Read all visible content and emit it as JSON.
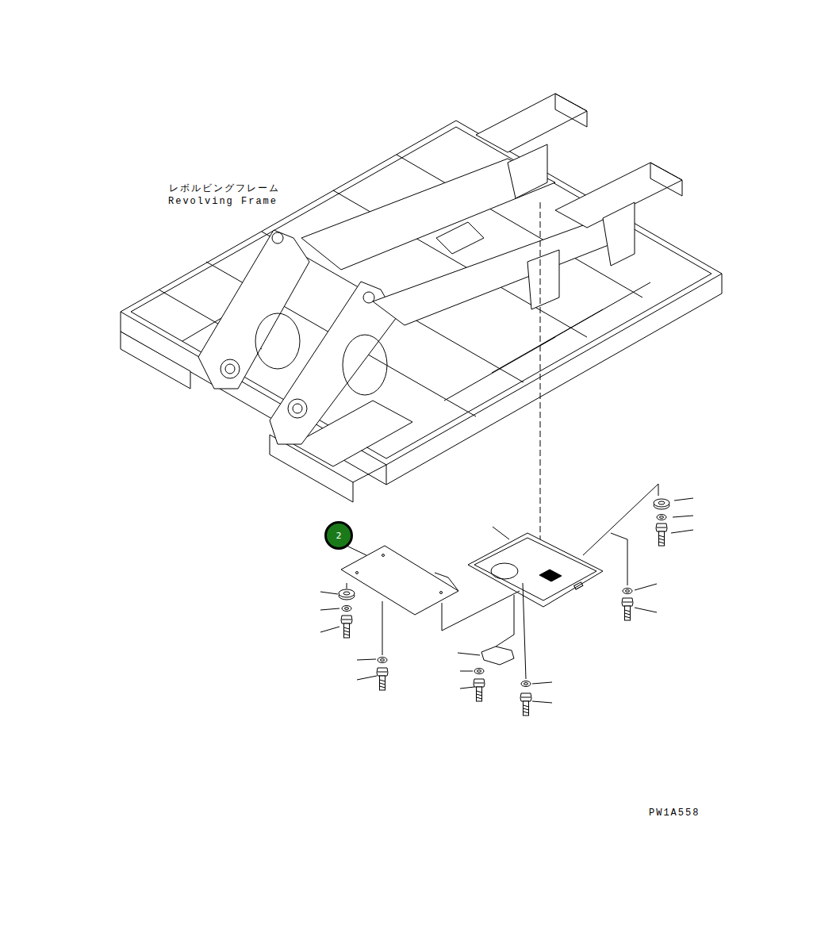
{
  "diagram": {
    "nodes": [
      {
        "text": [
          "2"
        ]
      }
    ],
    "labels": [
      "レボルビングフレーム",
      "Revolving Frame",
      "PW1A558"
    ]
  }
}
